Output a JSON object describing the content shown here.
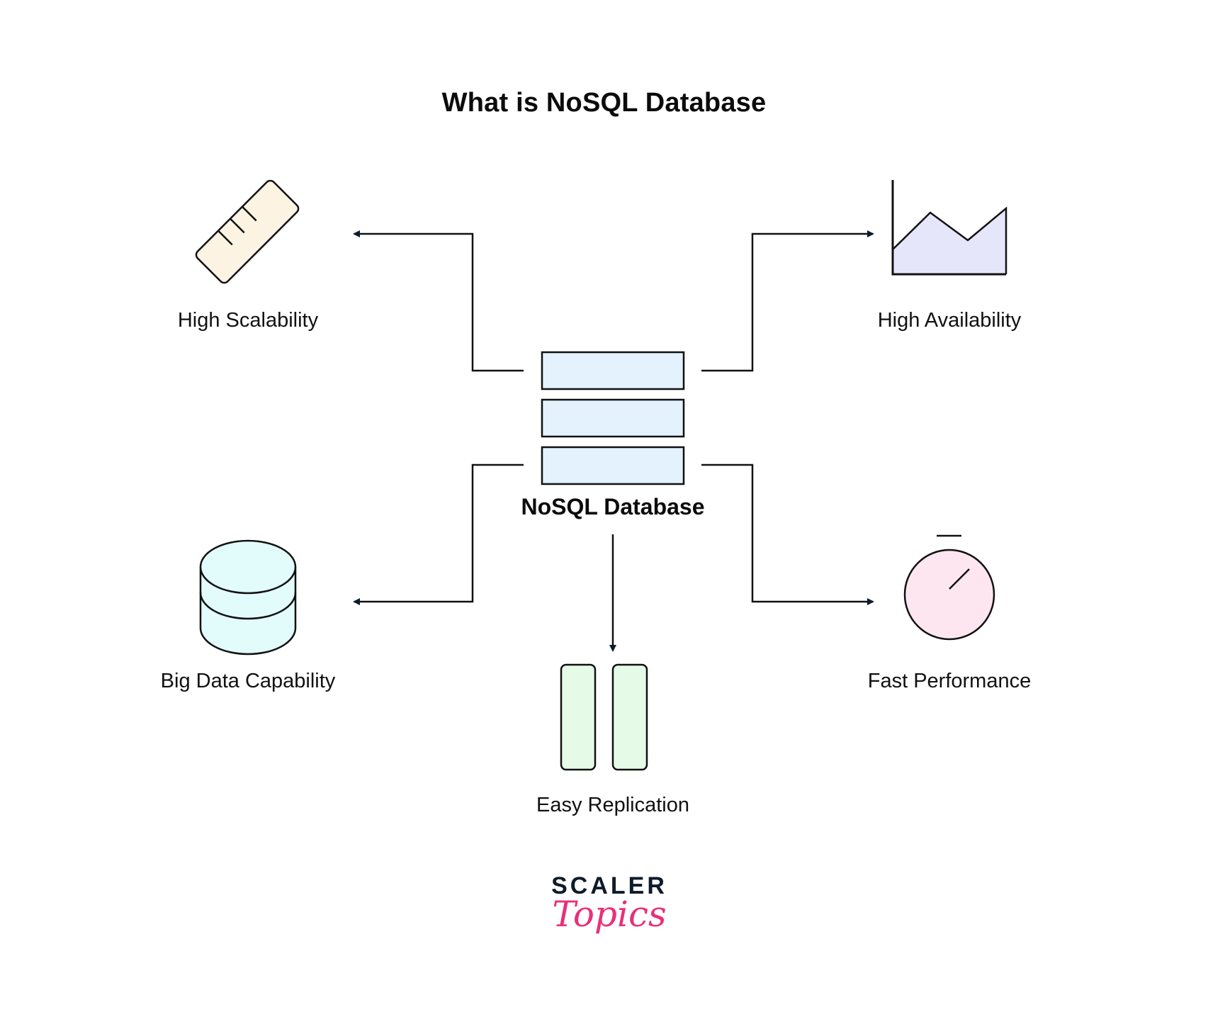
{
  "title": "What is NoSQL Database",
  "center": {
    "label": "NoSQL Database",
    "icon": "database-stack-icon",
    "fill": "#e3f2fd"
  },
  "features": [
    {
      "id": "high-scalability",
      "label": "High Scalability",
      "icon": "ruler-icon",
      "fill": "#fdf3e3"
    },
    {
      "id": "high-availability",
      "label": "High Availability",
      "icon": "area-chart-icon",
      "fill": "#e6e6fb"
    },
    {
      "id": "big-data-capability",
      "label": "Big Data Capability",
      "icon": "database-cylinder-icon",
      "fill": "#e2fbfb"
    },
    {
      "id": "easy-replication",
      "label": "Easy Replication",
      "icon": "replica-bars-icon",
      "fill": "#e5fbe7"
    },
    {
      "id": "fast-performance",
      "label": "Fast Performance",
      "icon": "stopwatch-icon",
      "fill": "#fde6ef"
    }
  ],
  "colors": {
    "stroke": "#111111",
    "arrow": "#0d1b2a",
    "brand_dark": "#0d1b2a",
    "brand_pink": "#e8307a"
  },
  "logo": {
    "top": "SCALER",
    "bottom": "Topics"
  }
}
